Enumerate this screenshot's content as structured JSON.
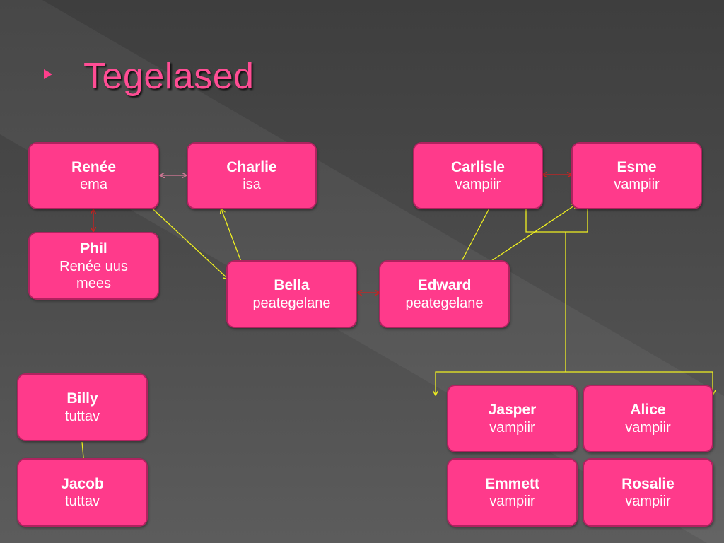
{
  "slide": {
    "title": "Tegelased"
  },
  "colors": {
    "box_fill": "#ff3a8b",
    "box_border": "#b0225f",
    "title": "#ff4d94",
    "yellow_link": "#f0f020",
    "red_link": "#d02020",
    "pink_link": "#d87a9a"
  },
  "characters": {
    "renee": {
      "name": "Renée",
      "role": "ema"
    },
    "charlie": {
      "name": "Charlie",
      "role": "isa"
    },
    "phil": {
      "name": "Phil",
      "role": "Renée uus mees"
    },
    "bella": {
      "name": "Bella",
      "role": "peategelane"
    },
    "edward": {
      "name": "Edward",
      "role": "peategelane"
    },
    "carlisle": {
      "name": "Carlisle",
      "role": "vampiir"
    },
    "esme": {
      "name": "Esme",
      "role": "vampiir"
    },
    "billy": {
      "name": "Billy",
      "role": "tuttav"
    },
    "jacob": {
      "name": "Jacob",
      "role": "tuttav"
    },
    "jasper": {
      "name": "Jasper",
      "role": "vampiir"
    },
    "alice": {
      "name": "Alice",
      "role": "vampiir"
    },
    "emmett": {
      "name": "Emmett",
      "role": "vampiir"
    },
    "rosalie": {
      "name": "Rosalie",
      "role": "vampiir"
    }
  }
}
